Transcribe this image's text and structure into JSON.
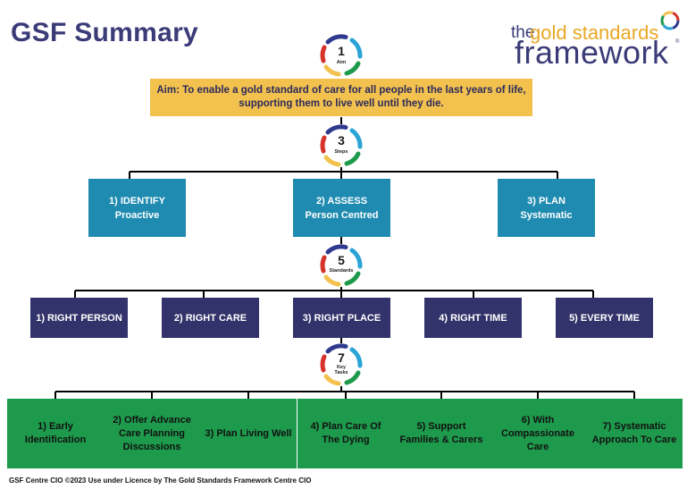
{
  "title": "GSF Summary",
  "logo": {
    "line1": "the",
    "line2": "gold standards",
    "line3": "framework",
    "registered": "®"
  },
  "badges": [
    {
      "number": "1",
      "label": "Aim"
    },
    {
      "number": "3",
      "label": "Steps"
    },
    {
      "number": "5",
      "label": "Standards"
    },
    {
      "number": "7",
      "label": "Key Tasks"
    }
  ],
  "aim": {
    "line1": "Aim: To enable a gold standard of care for all people in the last years of life,",
    "line2": "supporting them to live well until they die."
  },
  "steps": [
    {
      "title": "1) IDENTIFY",
      "subtitle": "Proactive"
    },
    {
      "title": "2) ASSESS",
      "subtitle": "Person Centred"
    },
    {
      "title": "3) PLAN",
      "subtitle": "Systematic"
    }
  ],
  "standards": [
    "1) RIGHT PERSON",
    "2) RIGHT CARE",
    "3) RIGHT PLACE",
    "4) RIGHT TIME",
    "5) EVERY TIME"
  ],
  "key_tasks": [
    "1) Early Identification",
    "2) Offer Advance Care Planning Discussions",
    "3) Plan Living Well",
    "4) Plan Care Of The Dying",
    "5) Support Families & Carers",
    "6) With Compassionate Care",
    "7) Systematic Approach To Care"
  ],
  "footer": "GSF Centre CIO ©2023 Use under Licence by The Gold Standards Framework Centre CIO",
  "colors": {
    "title": "#3b3b78",
    "aim_box": "#f2c14e",
    "steps": "#1f8bb0",
    "standards": "#33336b",
    "key_tasks": "#1e9a4c",
    "ring_segments": [
      "#2f3a8f",
      "#2aa3d6",
      "#1e9a4c",
      "#f2c14e",
      "#d6332b"
    ]
  }
}
